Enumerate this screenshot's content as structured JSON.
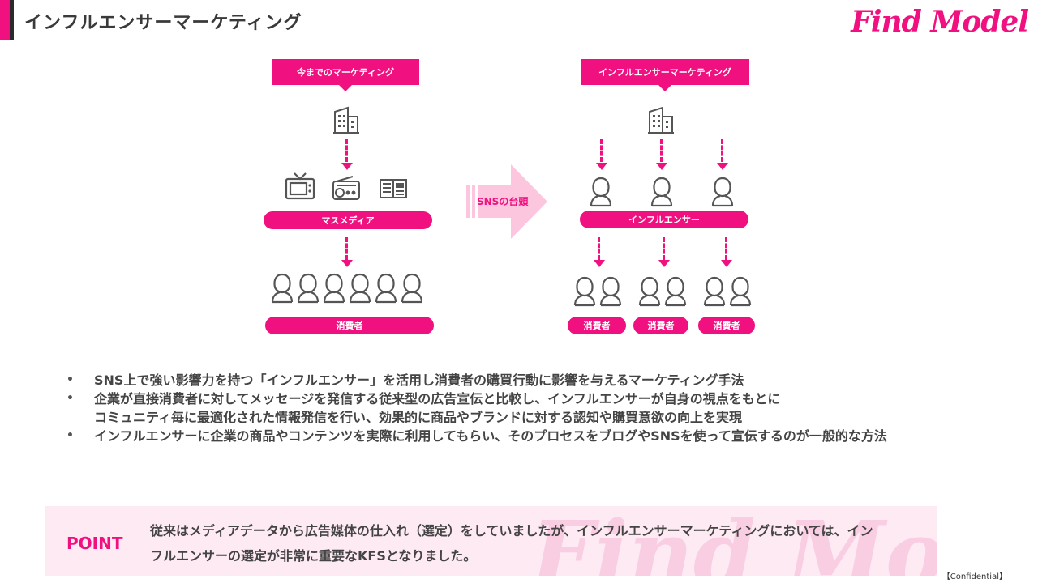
{
  "header": {
    "title": "インフルエンサーマーケティング",
    "logo": "Find Model",
    "accent": "#f0107f"
  },
  "diagram": {
    "left": {
      "heading": "今までのマーケティング",
      "media_label": "マスメディア",
      "consumer_label": "消費者",
      "icons": [
        "building-icon",
        "tv-icon",
        "radio-icon",
        "newspaper-icon",
        "person-icon"
      ]
    },
    "transition": {
      "label": "SNSの台頭"
    },
    "right": {
      "heading": "インフルエンサーマーケティング",
      "influencer_label": "インフルエンサー",
      "consumer_labels": [
        "消費者",
        "消費者",
        "消費者"
      ]
    }
  },
  "bullets": [
    "SNS上で強い影響力を持つ「インフルエンサー」を活用し消費者の購買行動に影響を与えるマーケティング手法",
    "企業が直接消費者に対してメッセージを発信する従来型の広告宣伝と比較し、インフルエンサーが自身の視点をもとに",
    "コミュニティ毎に最適化された情報発信を行い、効果的に商品やブランドに対する認知や購買意欲の向上を実現",
    "インフルエンサーに企業の商品やコンテンツを実際に利用してもらい、そのプロセスをブログやSNSを使って宣伝するのが一般的な方法"
  ],
  "point": {
    "label": "POINT",
    "line1": "従来はメディアデータから広告媒体の仕入れ（選定）をしていましたが、インフルエンサーマーケティングにおいては、イン",
    "line2": "フルエンサーの選定が非常に重要なKFSとなりました。",
    "watermark": "Find Model"
  },
  "footer": {
    "confidential": "【Confidential】"
  }
}
